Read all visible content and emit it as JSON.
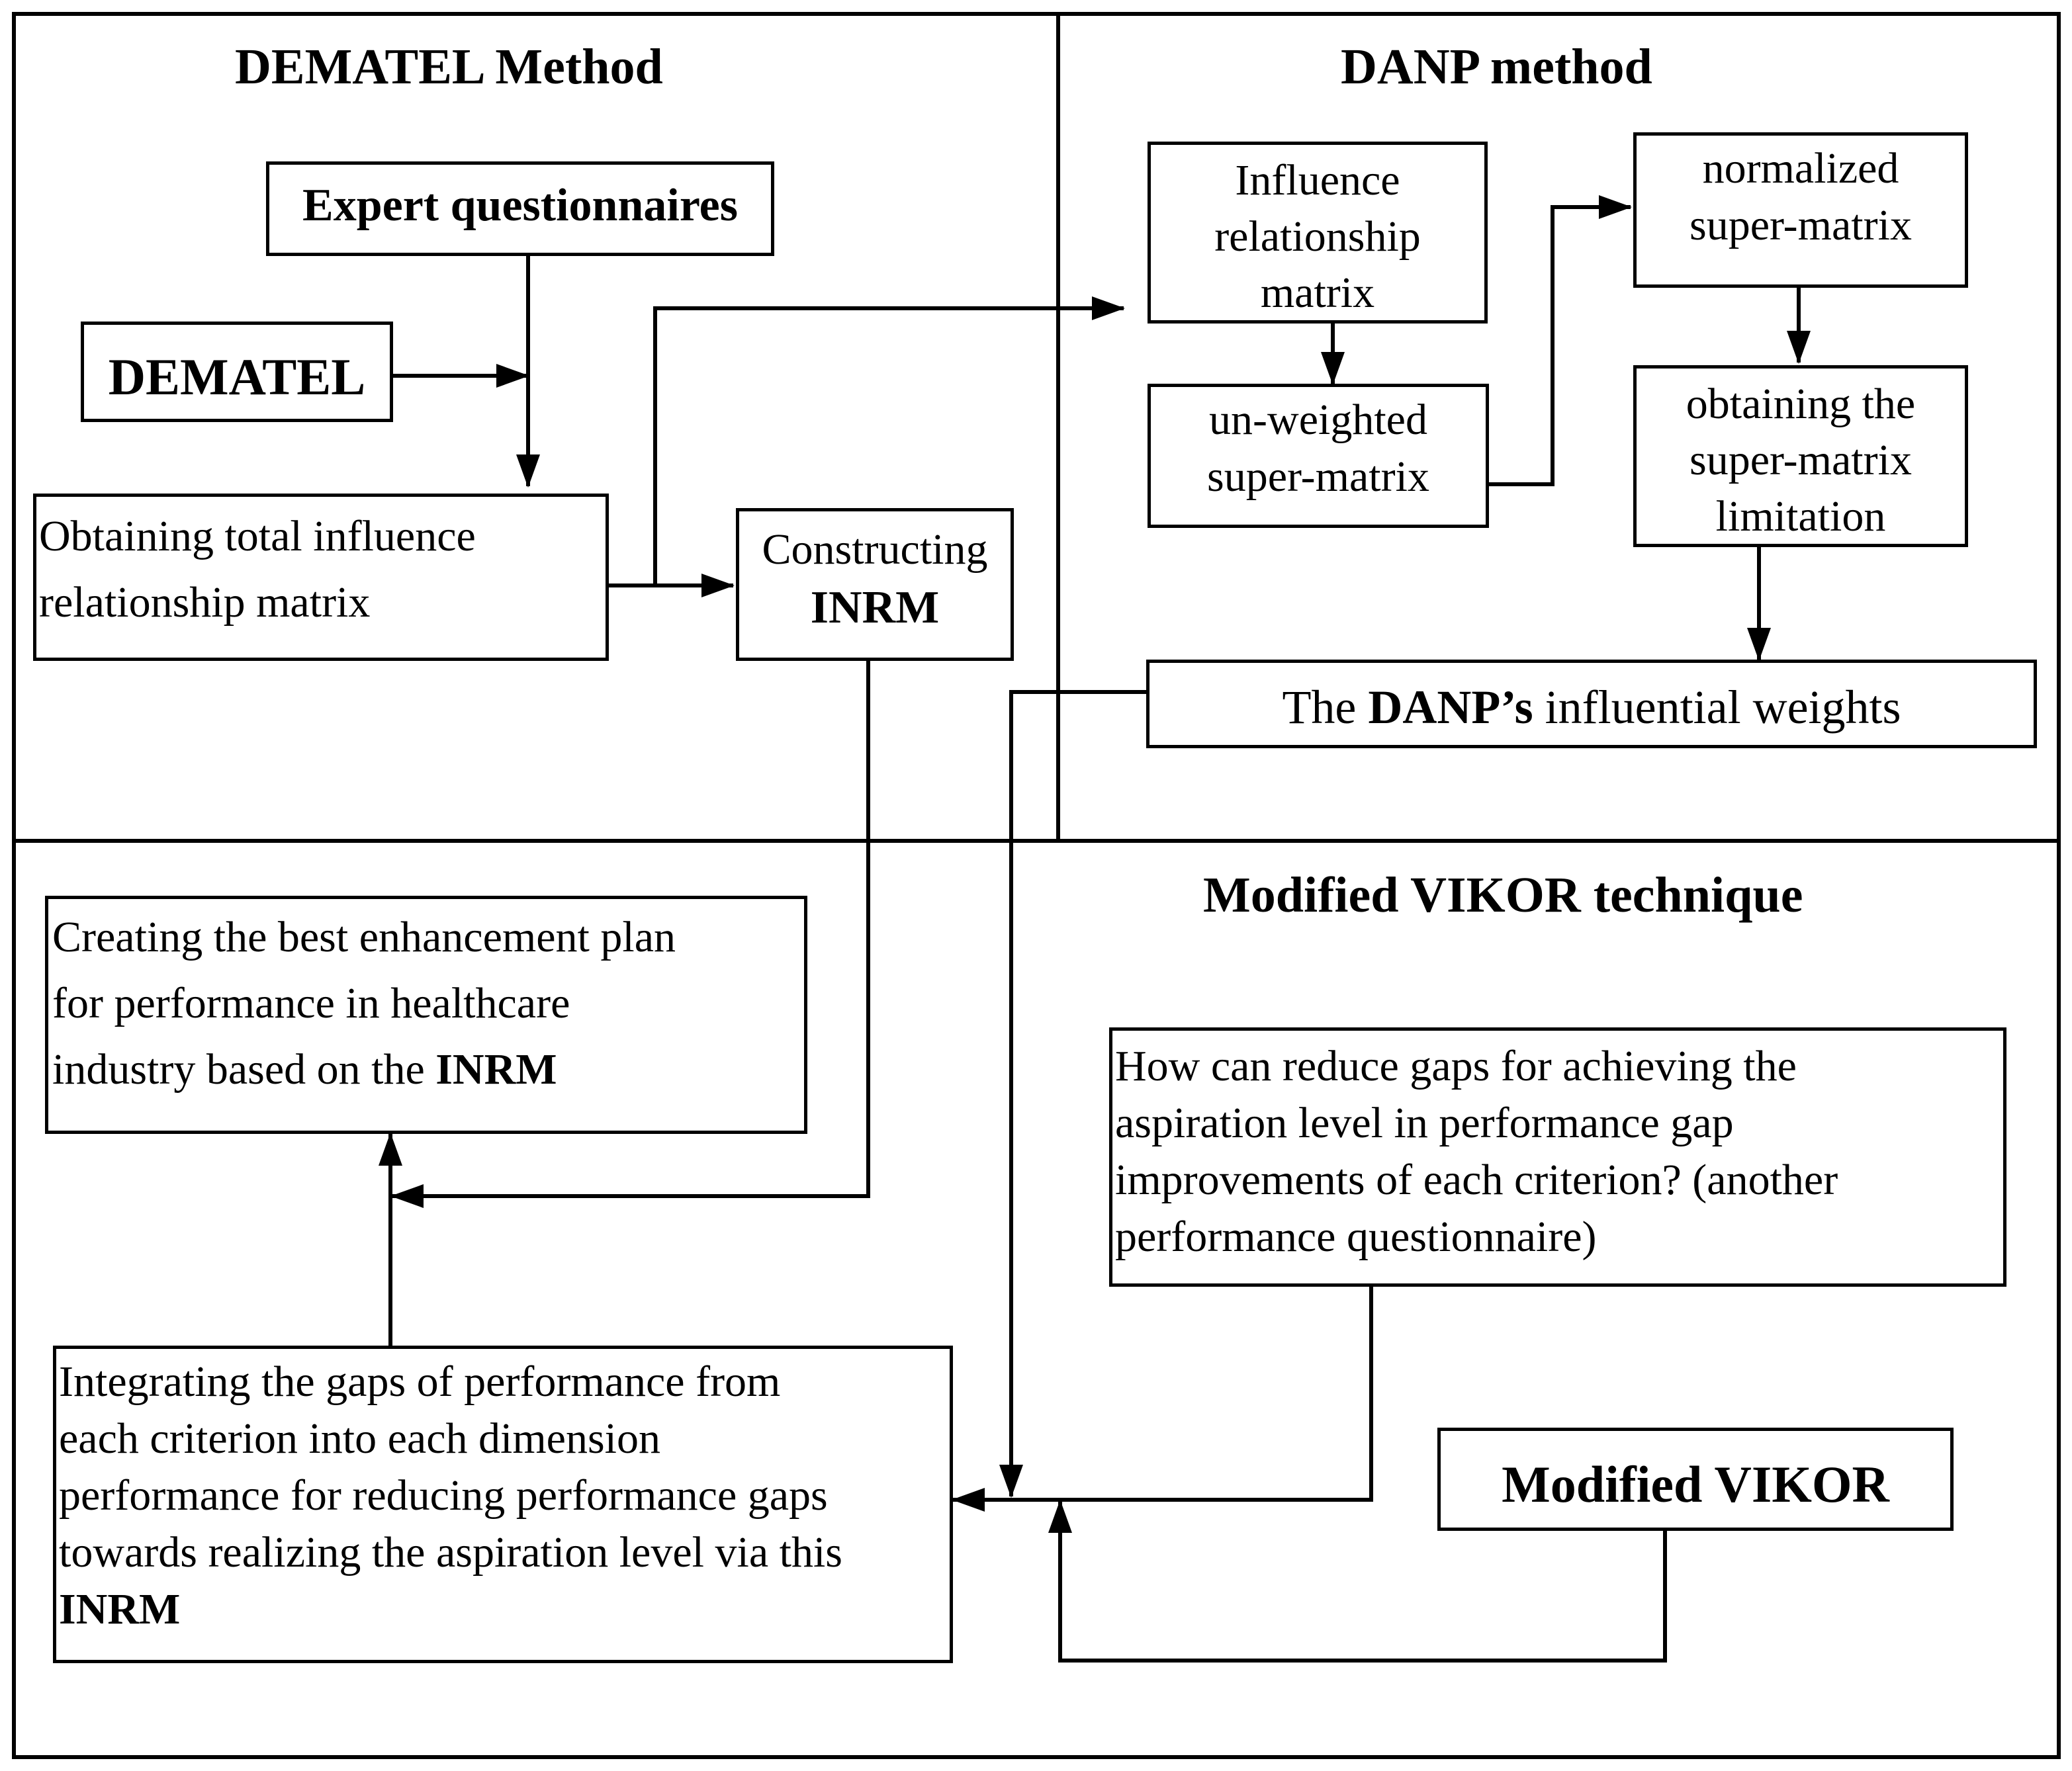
{
  "sections": {
    "dematel": {
      "heading": "DEMATEL Method"
    },
    "danp": {
      "heading": "DANP method"
    },
    "vikor": {
      "heading": "Modified VIKOR technique"
    }
  },
  "dematel": {
    "expert_questionnaires": "Expert questionnaires",
    "dematel_box": "DEMATEL",
    "total_influence": {
      "line1": "Obtaining total influence",
      "line2": "relationship matrix"
    },
    "constructing_inrm": {
      "line1": "Constructing",
      "line2": "INRM"
    }
  },
  "danp": {
    "influence_matrix": {
      "line1": "Influence",
      "line2": "relationship",
      "line3": "matrix"
    },
    "unweighted": {
      "line1": "un-weighted",
      "line2": "super-matrix"
    },
    "normalized": {
      "line1": "normalized",
      "line2": "super-matrix"
    },
    "limitation": {
      "line1": "obtaining the",
      "line2": "super-matrix",
      "line3": "limitation"
    },
    "weights": {
      "pre": "The ",
      "bold": "DANP’s",
      "post": " influential weights"
    }
  },
  "vikor": {
    "best_plan": {
      "line1": "Creating the best enhancement plan",
      "line2": "for performance in healthcare",
      "line3_pre": "industry based on the ",
      "line3_bold": "INRM"
    },
    "reduce_gaps": {
      "line1": "How can reduce gaps for achieving the",
      "line2": "aspiration level in performance gap",
      "line3": "improvements of each criterion? (another",
      "line4": "performance questionnaire)"
    },
    "integrating": {
      "line1": "Integrating the gaps of performance from",
      "line2": "each criterion into each dimension",
      "line3": "performance for reducing performance gaps",
      "line4": "towards realizing the aspiration level via this",
      "line5": "INRM"
    },
    "modified_vikor_box": "Modified VIKOR"
  }
}
